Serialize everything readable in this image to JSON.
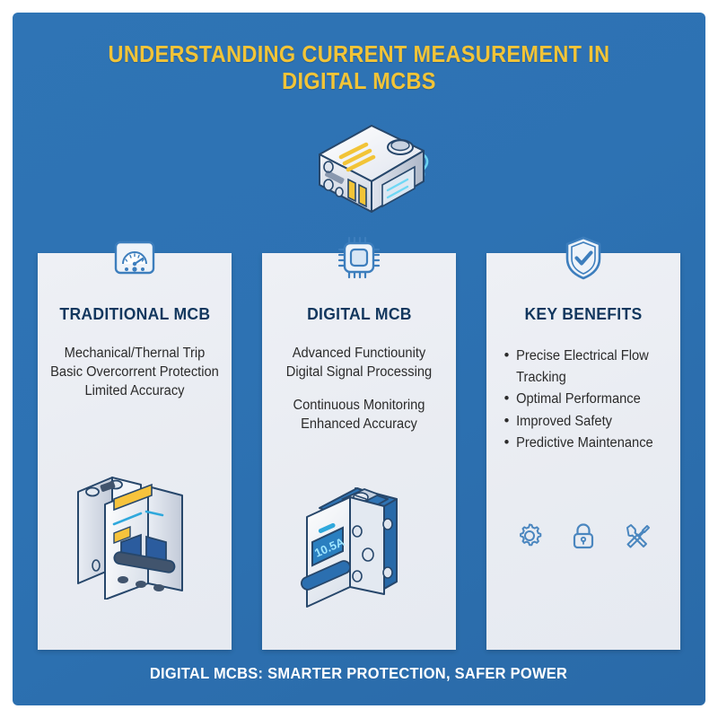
{
  "poster": {
    "background_color": "#2d72b3",
    "accent_yellow": "#f2c437",
    "heading_navy": "#12375e",
    "icon_blue": "#3d7ebd"
  },
  "header": {
    "title_line1": "UNDERSTANDING CURRENT MEASUREMENT IN",
    "title_line2": "DIGITAL MCBS"
  },
  "hero": {
    "icon_name": "isometric-digital-mcb-device",
    "alt": "Isometric digital miniature circuit breaker with current flow lines"
  },
  "cards": [
    {
      "id": "traditional",
      "icon_name": "analog-gauge-icon",
      "title": "TRADITIONAL MCB",
      "groups": [
        [
          "Mechanical/Thernal Trip",
          "Basic Overcorrent Protection",
          "Limited Accuracy"
        ]
      ],
      "art_name": "traditional-mcb-illustration"
    },
    {
      "id": "digital",
      "icon_name": "microchip-icon",
      "title": "DIGITAL MCB",
      "groups": [
        [
          "Advanced Functiounity",
          "Digital Signal Processing"
        ],
        [
          "Continuous Monitoring",
          "Enhanced Accuracy"
        ]
      ],
      "art_name": "digital-mcb-illustration",
      "display_reading": "10.5A"
    },
    {
      "id": "benefits",
      "icon_name": "shield-check-icon",
      "title": "KEY BENEFITS",
      "bullets": [
        "Precise Electrical Flow Tracking",
        "Optimal Performance",
        "Improved Safety",
        "Predictive Maintenance"
      ],
      "footer_icons": [
        "gear-icon",
        "padlock-icon",
        "tools-icon"
      ]
    }
  ],
  "footer": {
    "text": "DIGITAL MCBS: SMARTER PROTECTION, SAFER POWER"
  }
}
